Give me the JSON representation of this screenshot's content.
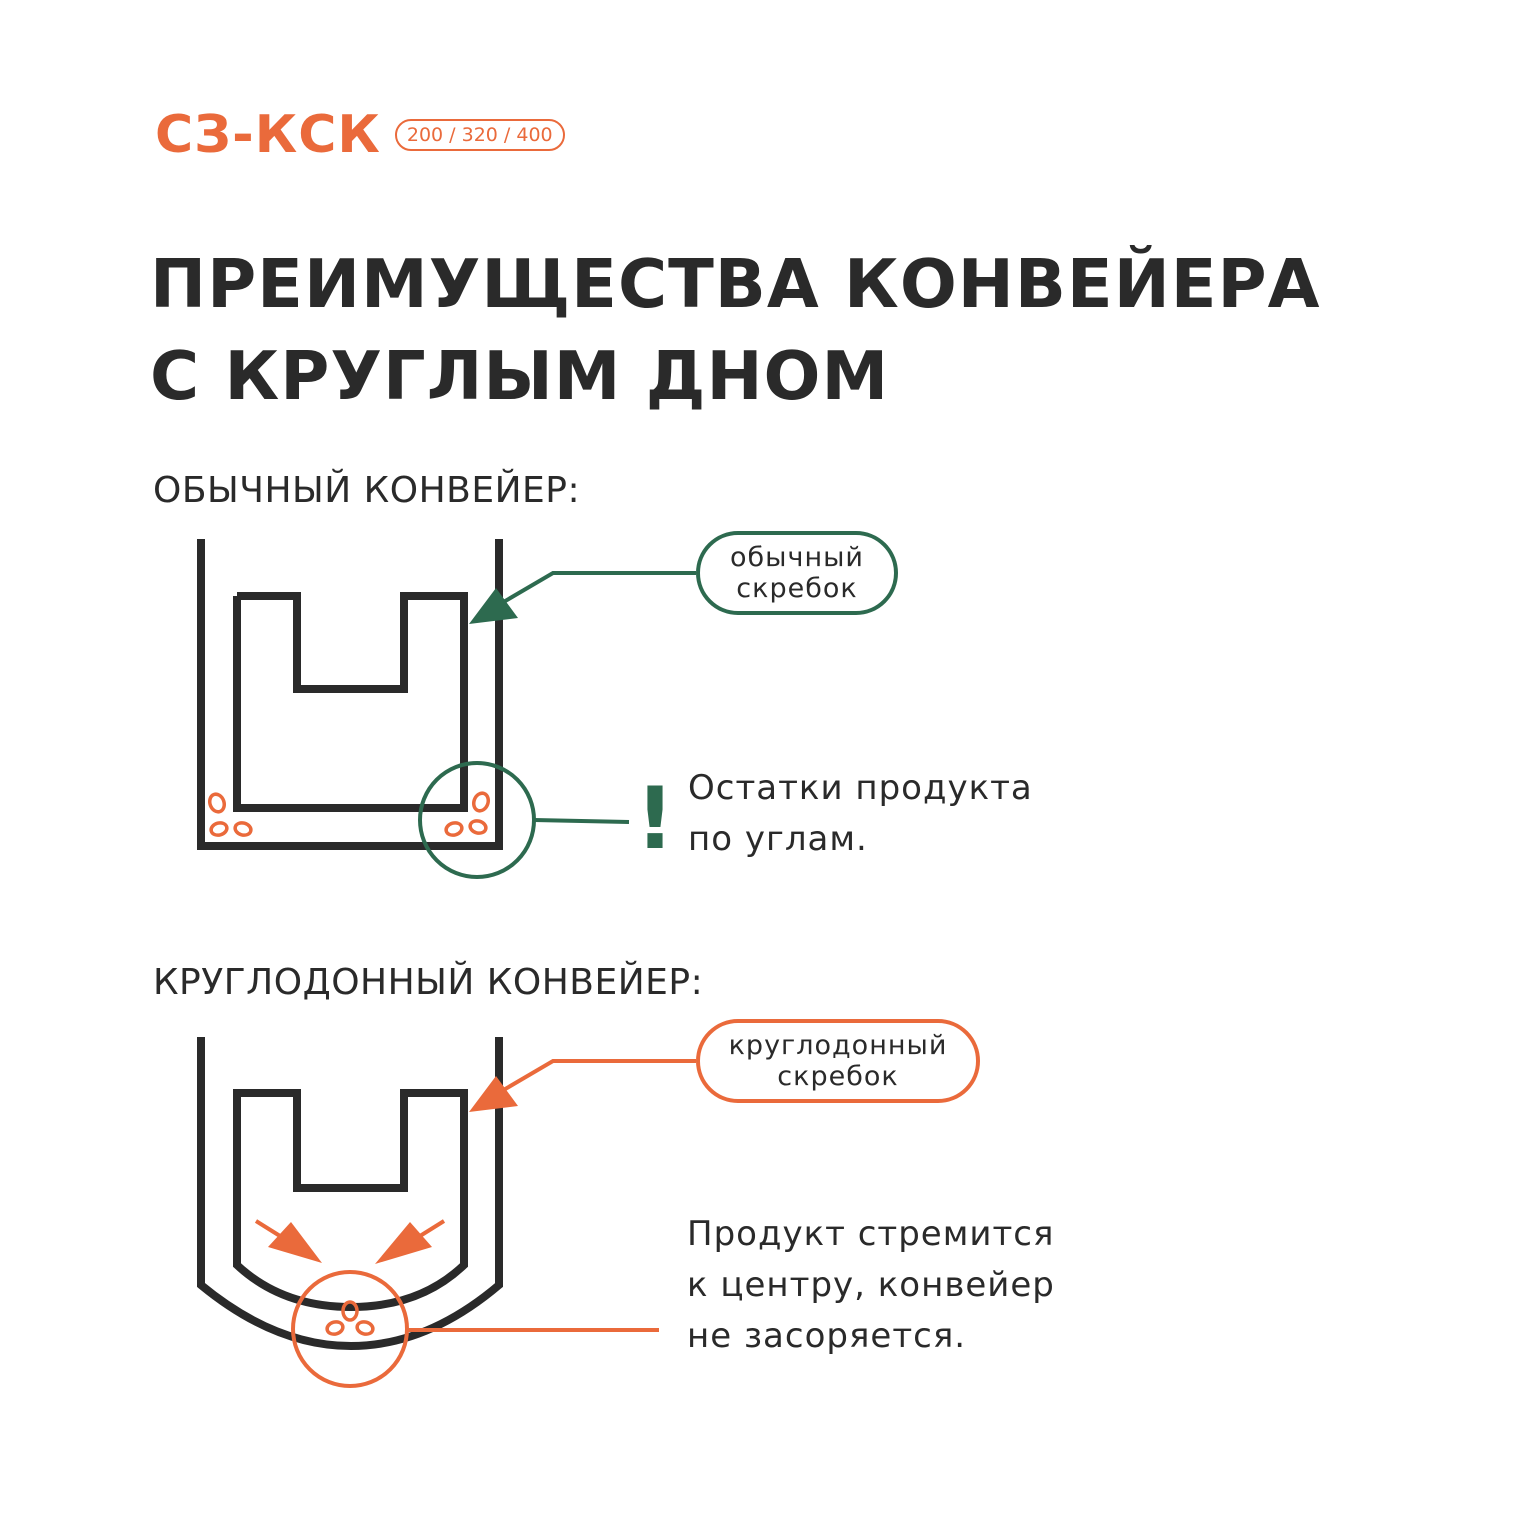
{
  "brand": {
    "name": "СЗ-КСК",
    "models": "200 / 320 / 400"
  },
  "title": {
    "line1": "ПРЕИМУЩЕСТВА КОНВЕЙЕРА",
    "line2": "С КРУГЛЫМ ДНОМ"
  },
  "normal_conveyor": {
    "label": "ОБЫЧНЫЙ КОНВЕЙЕР:",
    "callout_line1": "обычный",
    "callout_line2": "скребок",
    "warning_mark": "!",
    "description_line1": "Остатки продукта",
    "description_line2": "по углам."
  },
  "round_conveyor": {
    "label": "КРУГЛОДОННЫЙ КОНВЕЙЕР:",
    "callout_line1": "круглодонный",
    "callout_line2": "скребок",
    "description_line1": "Продукт стремится",
    "description_line2": "к центру, конвейер",
    "description_line3": "не засоряется."
  },
  "colors": {
    "accent_orange": "#ea6a3b",
    "accent_green": "#2d6a4f",
    "text_dark": "#2a2a2a"
  }
}
